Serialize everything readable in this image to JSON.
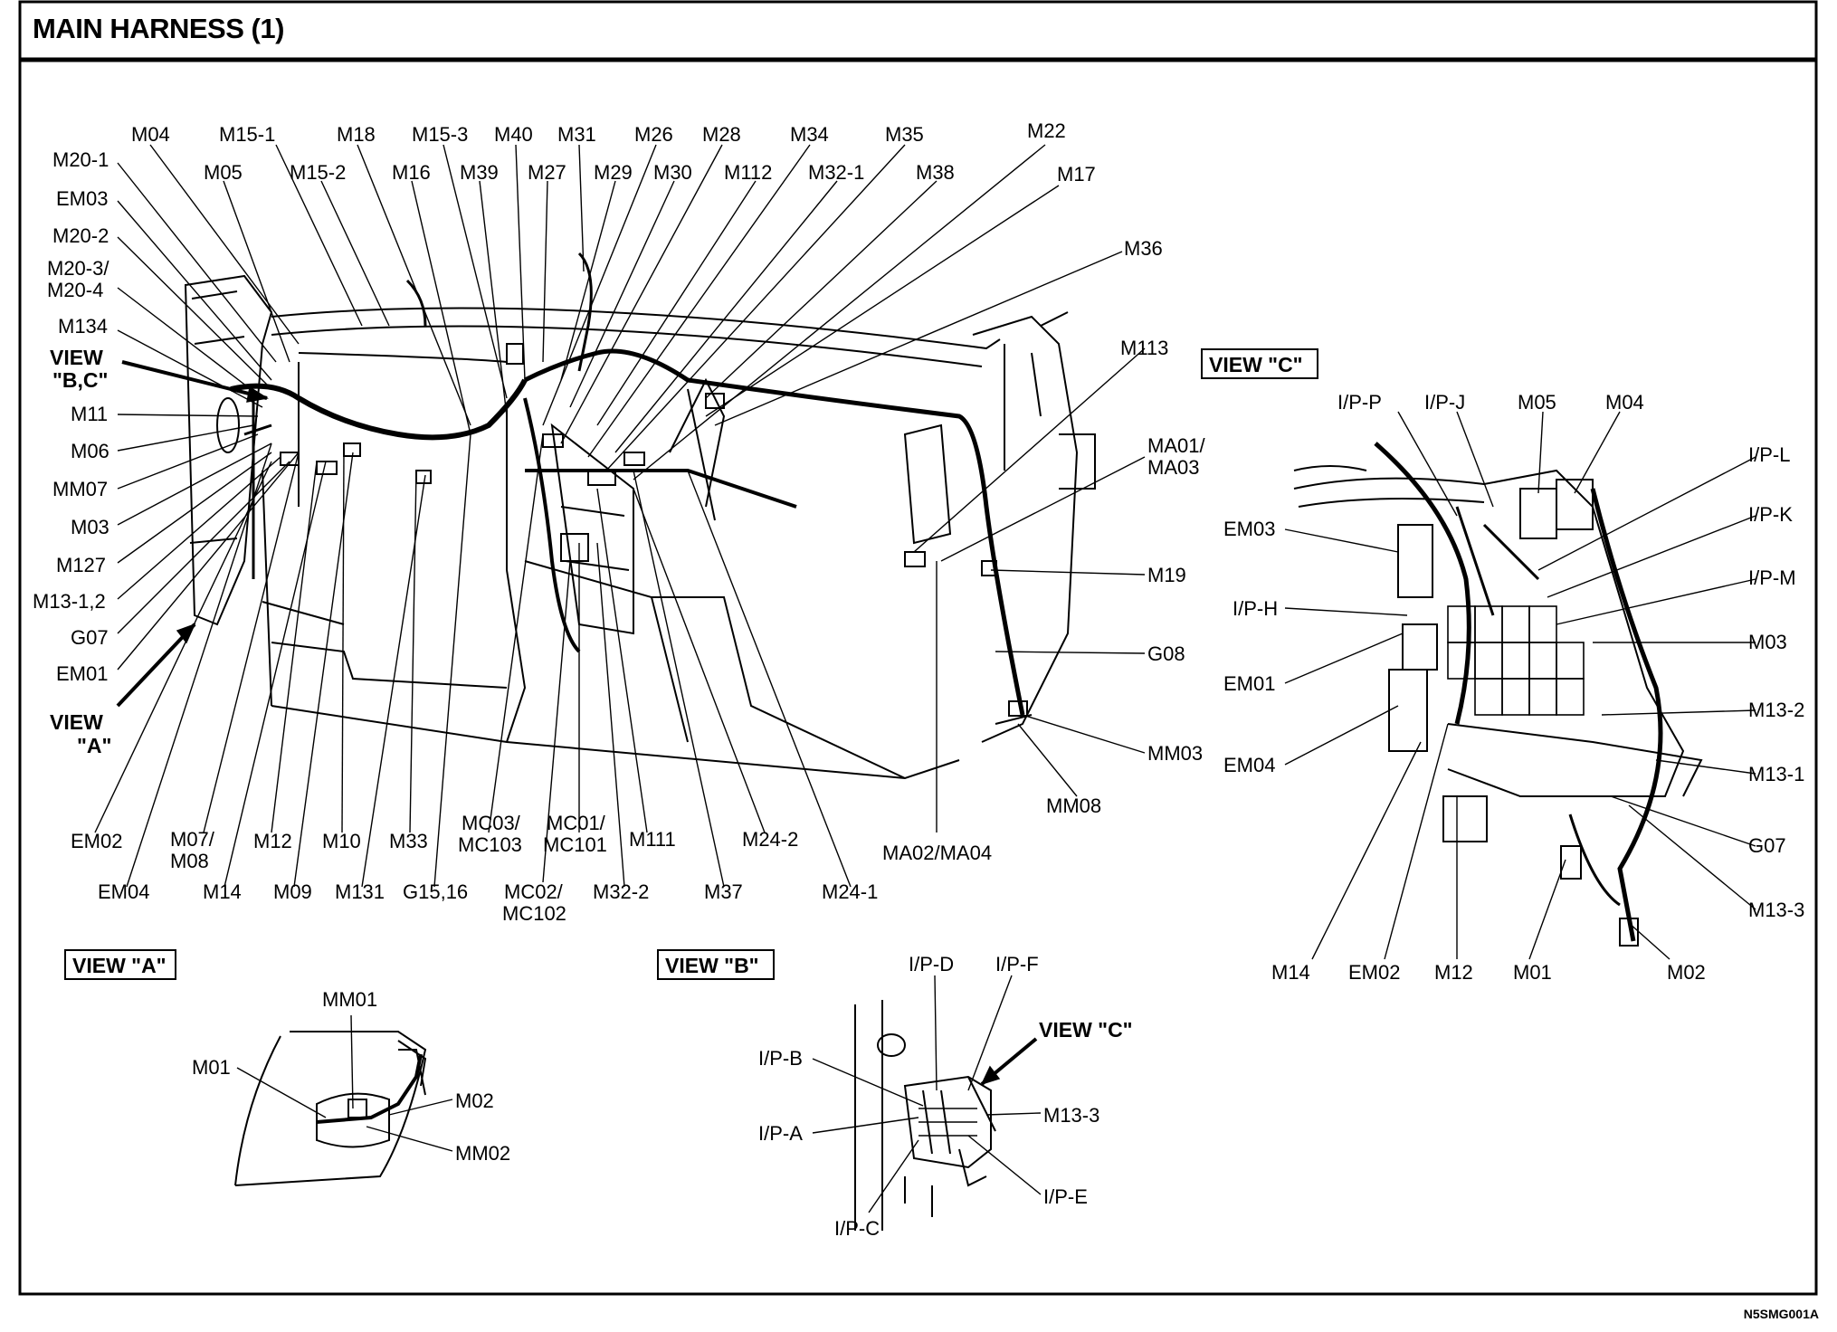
{
  "title": "MAIN HARNESS (1)",
  "drawing_code": "N5SMG001A",
  "view_boxes": [
    "VIEW \"A\"",
    "VIEW \"B\"",
    "VIEW \"C\""
  ],
  "main_view": {
    "view_bc_lines": [
      "VIEW",
      "\"B,C\""
    ],
    "view_a_lines": [
      "VIEW",
      "\"A\""
    ],
    "top_labels": [
      "M04",
      "M15-1",
      "M18",
      "M15-3",
      "M40",
      "M31",
      "M26",
      "M28",
      "M34",
      "M35",
      "M22",
      "M05",
      "M15-2",
      "M16",
      "M39",
      "M27",
      "M29",
      "M30",
      "M112",
      "M32-1",
      "M38",
      "M17",
      "M36"
    ],
    "left_labels": [
      "M20-1",
      "EM03",
      "M20-2",
      "M20-3/",
      "M20-4",
      "M134",
      "M11",
      "M06",
      "MM07",
      "M03",
      "M127",
      "M13-1,2",
      "G07",
      "EM01"
    ],
    "right_labels": [
      "M113",
      "MA01/",
      "MA03",
      "M19",
      "G08",
      "MM03",
      "MM08"
    ],
    "bottom_labels": [
      "EM02",
      "M07/",
      "M08",
      "M12",
      "M10",
      "M33",
      "MC03/",
      "MC103",
      "MC01/",
      "MC101",
      "M111",
      "M24-2",
      "MA02/MA04",
      "EM04",
      "M14",
      "M09",
      "M131",
      "G15,16",
      "MC02/",
      "MC102",
      "M32-2",
      "M37",
      "M24-1"
    ]
  },
  "view_c": {
    "labels": [
      "I/P-P",
      "I/P-J",
      "M05",
      "M04",
      "I/P-L",
      "I/P-K",
      "I/P-M",
      "M03",
      "M13-2",
      "M13-1",
      "G07",
      "M13-3",
      "EM03",
      "I/P-H",
      "EM01",
      "EM04",
      "M14",
      "EM02",
      "M12",
      "M01",
      "M02"
    ]
  },
  "view_a": {
    "labels": [
      "MM01",
      "M01",
      "M02",
      "MM02"
    ]
  },
  "view_b": {
    "labels": [
      "I/P-D",
      "I/P-F",
      "VIEW \"C\"",
      "I/P-B",
      "I/P-A",
      "M13-3",
      "I/P-E",
      "I/P-C"
    ]
  }
}
